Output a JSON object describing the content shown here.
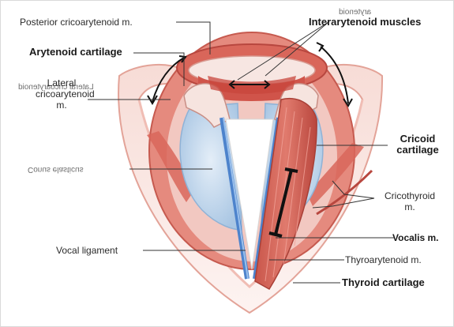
{
  "diagram": {
    "labels": {
      "posterior_cricoarytenoid": "Posterior cricoarytenoid m.",
      "interarytenoid": "Interarytenoid muscles",
      "arytenoid_cartilage": "Arytenoid cartilage",
      "lateral_cricoarytenoid_line1": "Lateral",
      "lateral_cricoarytenoid_line2": "cricoarytenoid",
      "lateral_cricoarytenoid_line3": "m.",
      "cricoid_line1": "Cricoid",
      "cricoid_line2": "cartilage",
      "conus_elasticus": "Conus elasticus",
      "cricothyroid_line1": "Cricothyroid",
      "cricothyroid_line2": "m.",
      "vocalis": "Vocalis m.",
      "vocal_ligament": "Vocal ligament",
      "thyroarytenoid": "Thyroarytenoid m.",
      "thyroid_cartilage": "Thyroid cartilage",
      "mirrored_arytenoid": "arytenoid",
      "mirrored_lateral": "Lateral cricoarytenoid"
    },
    "colors": {
      "muscle": "#d9665a",
      "muscle_dark": "#b8473f",
      "cartilage": "#f3d9d3",
      "cartilage_light": "#fbeeeb",
      "thyroid_outline": "#e7a9a0",
      "conus": "#c9dcef",
      "ligament": "#5a90d6",
      "leader": "#333333"
    }
  }
}
